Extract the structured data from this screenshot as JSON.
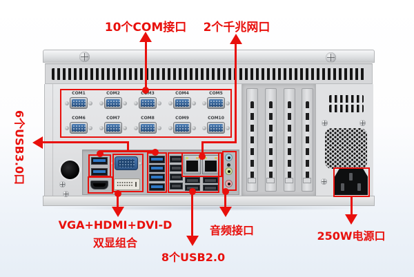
{
  "accent_color": "#e8100c",
  "annotations": {
    "com": {
      "label": "10个COM接口"
    },
    "lan": {
      "label": "2个千兆网口"
    },
    "usb3": {
      "label": "6个USB3.0口"
    },
    "display": {
      "label_line1": "VGA+HDMI+DVI-D",
      "label_line2": "双显组合"
    },
    "usb2": {
      "label": "8个USB2.0"
    },
    "audio": {
      "label": "音频接口"
    },
    "power": {
      "label": "250W电源口"
    }
  },
  "com_ports": [
    "COM1",
    "COM2",
    "COM3",
    "COM4",
    "COM5",
    "COM6",
    "COM7",
    "COM8",
    "COM9",
    "COM10"
  ]
}
